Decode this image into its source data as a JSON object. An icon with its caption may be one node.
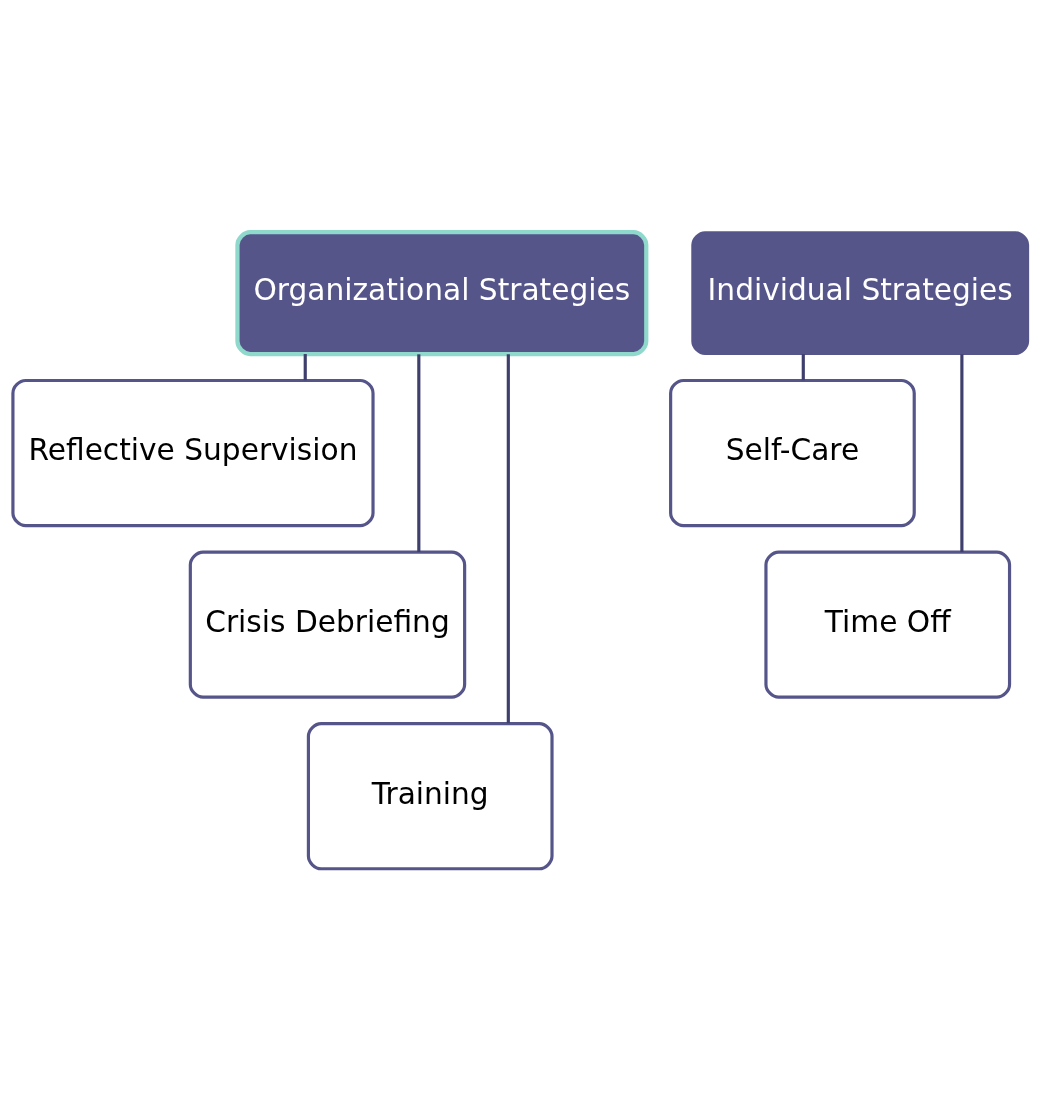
{
  "diagram": {
    "nodes": [
      {
        "text": [
          "Organizational Strategies"
        ]
      },
      {
        "text": [
          "Reflective Supervision"
        ]
      },
      {
        "text": [
          "Crisis Debriefing"
        ]
      },
      {
        "text": [
          "Training"
        ]
      },
      {
        "text": [
          "Individual Strategies"
        ]
      },
      {
        "text": [
          "Self-Care"
        ]
      },
      {
        "text": [
          "Time Off"
        ]
      }
    ],
    "edges": [
      {
        "from": 0,
        "to": 1,
        "arrow": "none"
      },
      {
        "from": 0,
        "to": 2,
        "arrow": "none"
      },
      {
        "from": 0,
        "to": 3,
        "arrow": "none"
      },
      {
        "from": 4,
        "to": 5,
        "arrow": "none"
      },
      {
        "from": 4,
        "to": 6,
        "arrow": "none"
      }
    ]
  }
}
